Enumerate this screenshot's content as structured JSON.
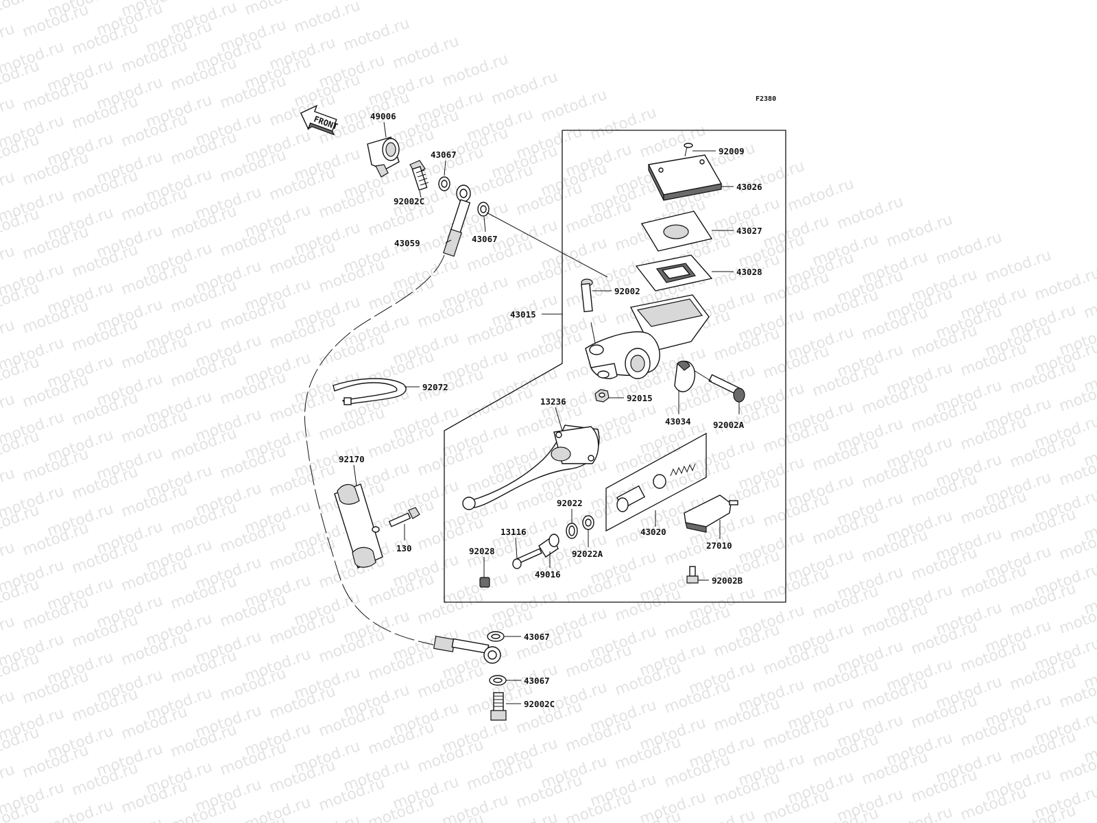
{
  "watermark": {
    "text": "motod.ru",
    "color": "#cccccc"
  },
  "figure_code": "F2380",
  "front_arrow": {
    "text": "FRONT"
  },
  "parts": [
    {
      "id": "p-49006",
      "number": "49006"
    },
    {
      "id": "p-43067-a",
      "number": "43067"
    },
    {
      "id": "p-92002c-a",
      "number": "92002C"
    },
    {
      "id": "p-43059",
      "number": "43059"
    },
    {
      "id": "p-43067-b",
      "number": "43067"
    },
    {
      "id": "p-92009",
      "number": "92009"
    },
    {
      "id": "p-43026",
      "number": "43026"
    },
    {
      "id": "p-43027",
      "number": "43027"
    },
    {
      "id": "p-43028",
      "number": "43028"
    },
    {
      "id": "p-92002",
      "number": "92002"
    },
    {
      "id": "p-43015",
      "number": "43015"
    },
    {
      "id": "p-92072",
      "number": "92072"
    },
    {
      "id": "p-92015",
      "number": "92015"
    },
    {
      "id": "p-43034",
      "number": "43034"
    },
    {
      "id": "p-92002a",
      "number": "92002A"
    },
    {
      "id": "p-13236",
      "number": "13236"
    },
    {
      "id": "p-92170",
      "number": "92170"
    },
    {
      "id": "p-130",
      "number": "130"
    },
    {
      "id": "p-92022",
      "number": "92022"
    },
    {
      "id": "p-13116",
      "number": "13116"
    },
    {
      "id": "p-92028",
      "number": "92028"
    },
    {
      "id": "p-49016",
      "number": "49016"
    },
    {
      "id": "p-92022a",
      "number": "92022A"
    },
    {
      "id": "p-43020",
      "number": "43020"
    },
    {
      "id": "p-27010",
      "number": "27010"
    },
    {
      "id": "p-92002b",
      "number": "92002B"
    },
    {
      "id": "p-43067-c",
      "number": "43067"
    },
    {
      "id": "p-43067-d",
      "number": "43067"
    },
    {
      "id": "p-92002c-b",
      "number": "92002C"
    }
  ]
}
